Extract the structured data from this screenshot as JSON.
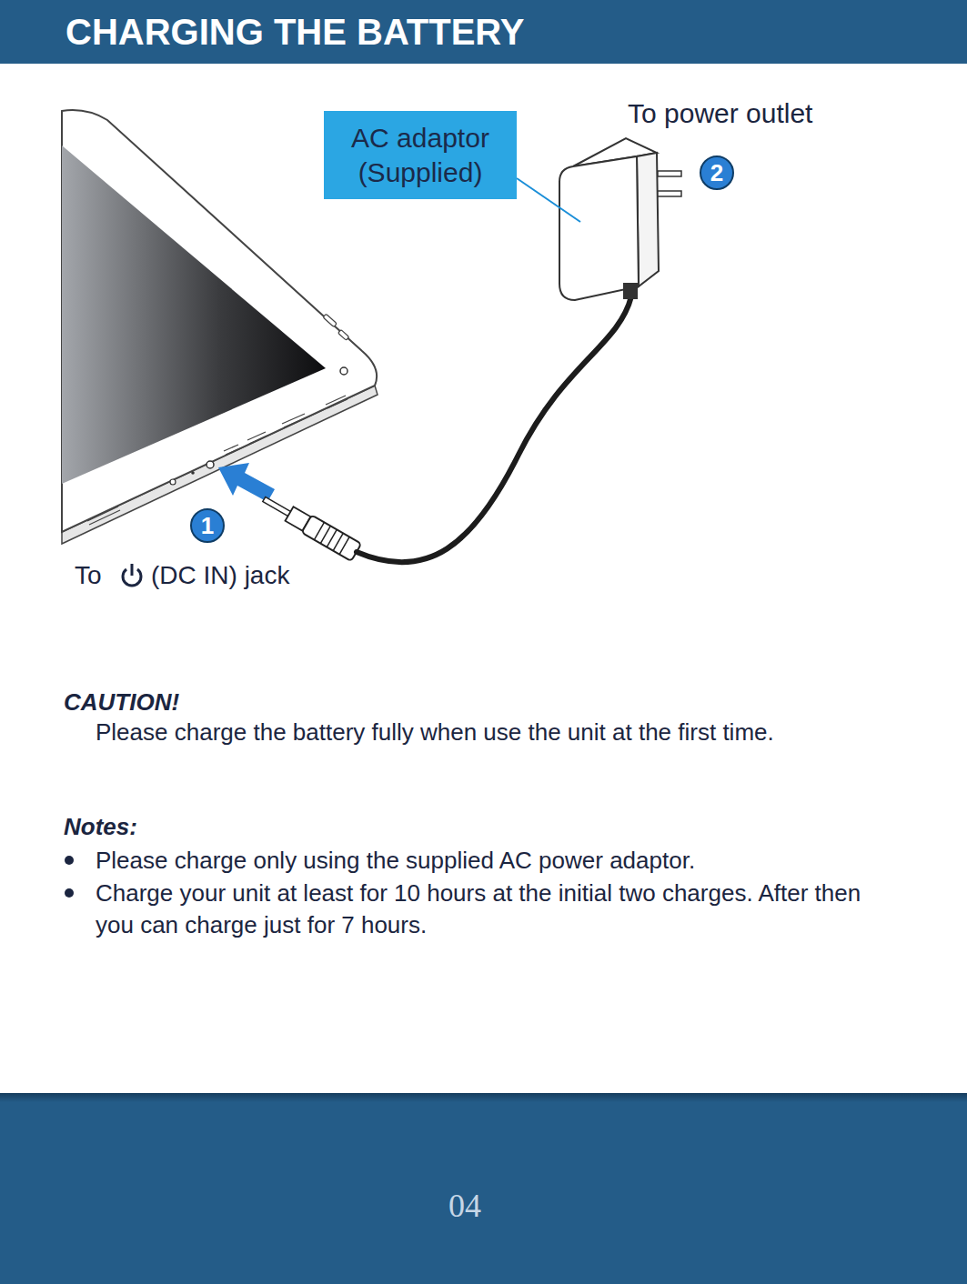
{
  "diagram": {
    "title": "CHARGING THE BATTERY",
    "nodes": [
      {
        "text": [
          "AC adaptor (Supplied)"
        ]
      }
    ],
    "labels": [
      "To power outlet",
      "2",
      "1",
      "To",
      "(DC IN) jack",
      "CAUTION!",
      "Please charge the battery fully when use the unit at the first time.",
      "Notes:",
      "Please charge only using the supplied AC power adaptor.",
      "Charge your unit at least for 10 hours at the initial two charges. After then you can charge just for 7 hours.",
      "04"
    ]
  }
}
